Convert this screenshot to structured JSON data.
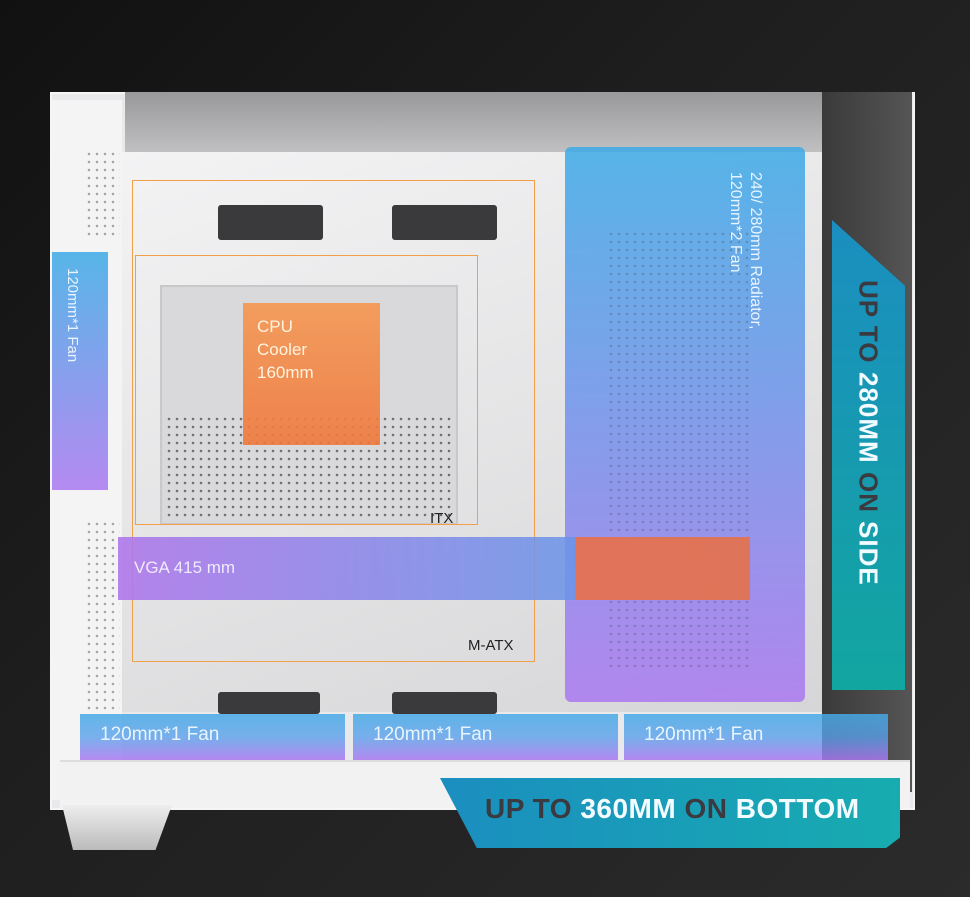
{
  "components": {
    "cpu_cooler": {
      "line1": "CPU",
      "line2": "Cooler",
      "line3": "160mm"
    },
    "vga": "VGA 415 mm",
    "side_fan": "120mm*1 Fan",
    "radiator": {
      "line1": "240/ 280mm Radiator,",
      "line2": "120mm*2 Fan"
    },
    "bottom_fans": [
      "120mm*1 Fan",
      "120mm*1 Fan",
      "120mm*1 Fan"
    ],
    "board_labels": {
      "itx": "ITX",
      "matx": "M-ATX"
    }
  },
  "banners": {
    "side": {
      "part1": "UP TO",
      "part2": "280MM",
      "part3": "ON",
      "part4": "SIDE"
    },
    "bottom": {
      "part1": "UP TO",
      "part2": "360MM",
      "part3": "ON",
      "part4": "BOTTOM"
    }
  },
  "colors": {
    "accent_teal": "#17acb0",
    "accent_blue": "#1b8ec0",
    "orange": "#f0a04a"
  }
}
